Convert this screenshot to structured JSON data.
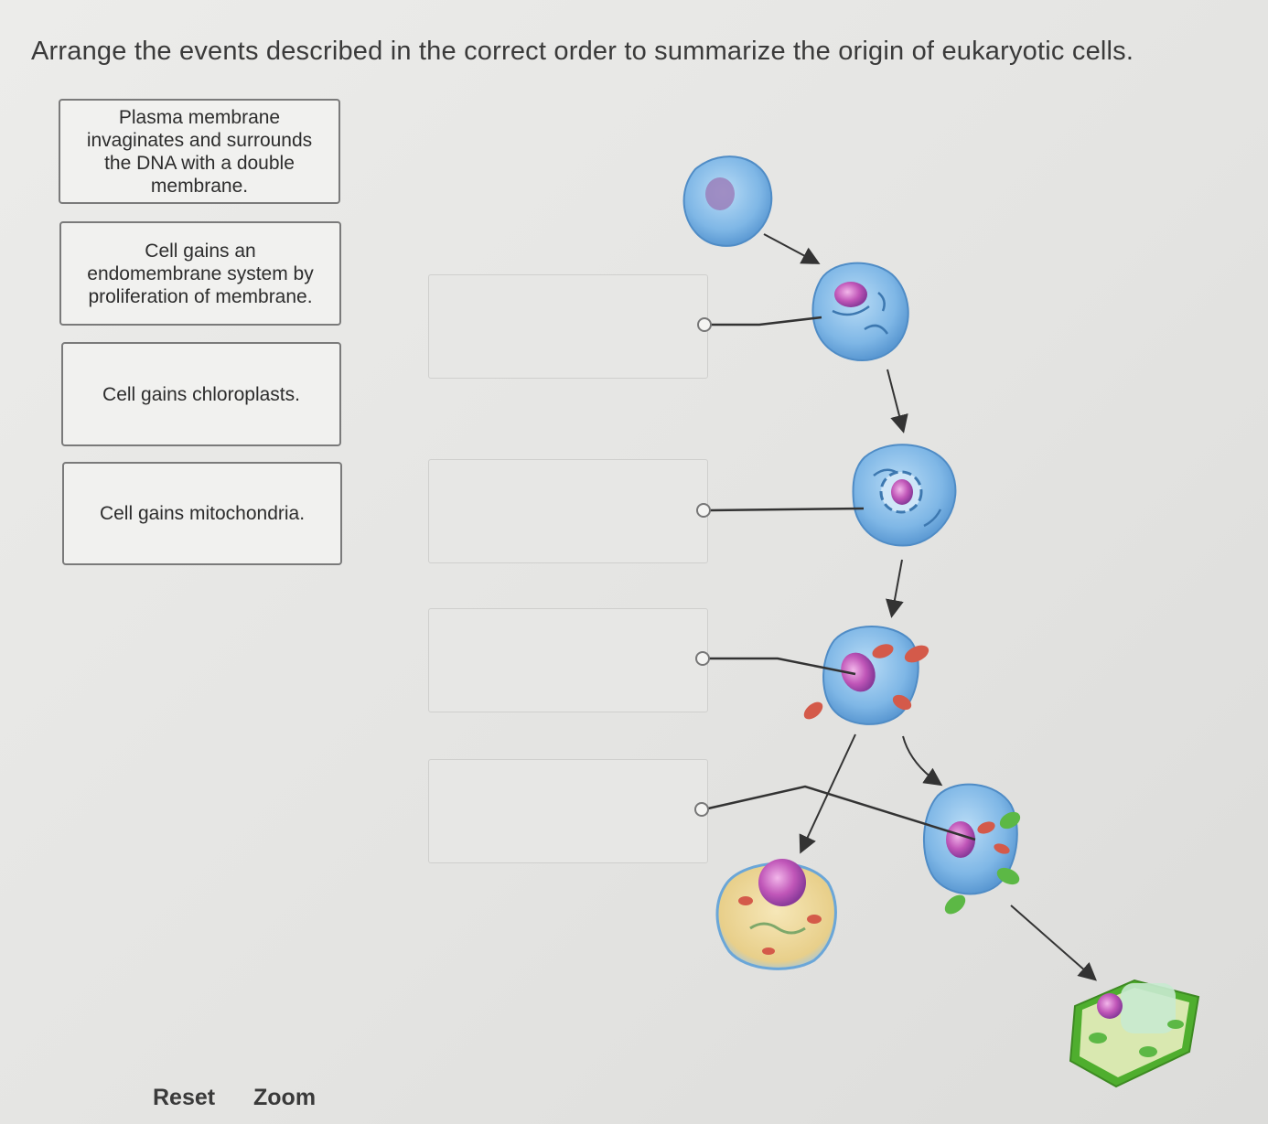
{
  "question": {
    "text": "Arrange the events described in the correct order to summarize the origin of eukaryotic cells."
  },
  "cards": [
    {
      "label": "Plasma membrane invaginates and surrounds the DNA with a double membrane."
    },
    {
      "label": "Cell gains an endomembrane system by proliferation of membrane."
    },
    {
      "label": "Cell gains chloroplasts."
    },
    {
      "label": "Cell gains mitochondria."
    }
  ],
  "toolbar": {
    "reset_label": "Reset",
    "zoom_label": "Zoom"
  },
  "colors": {
    "cell_blue": "#7fb7e6",
    "nucleus_pink": "#c056b8",
    "mitochondria_red": "#d45a4a",
    "chloroplast_green": "#5cb845",
    "plant_wall_green": "#4fae2e"
  }
}
